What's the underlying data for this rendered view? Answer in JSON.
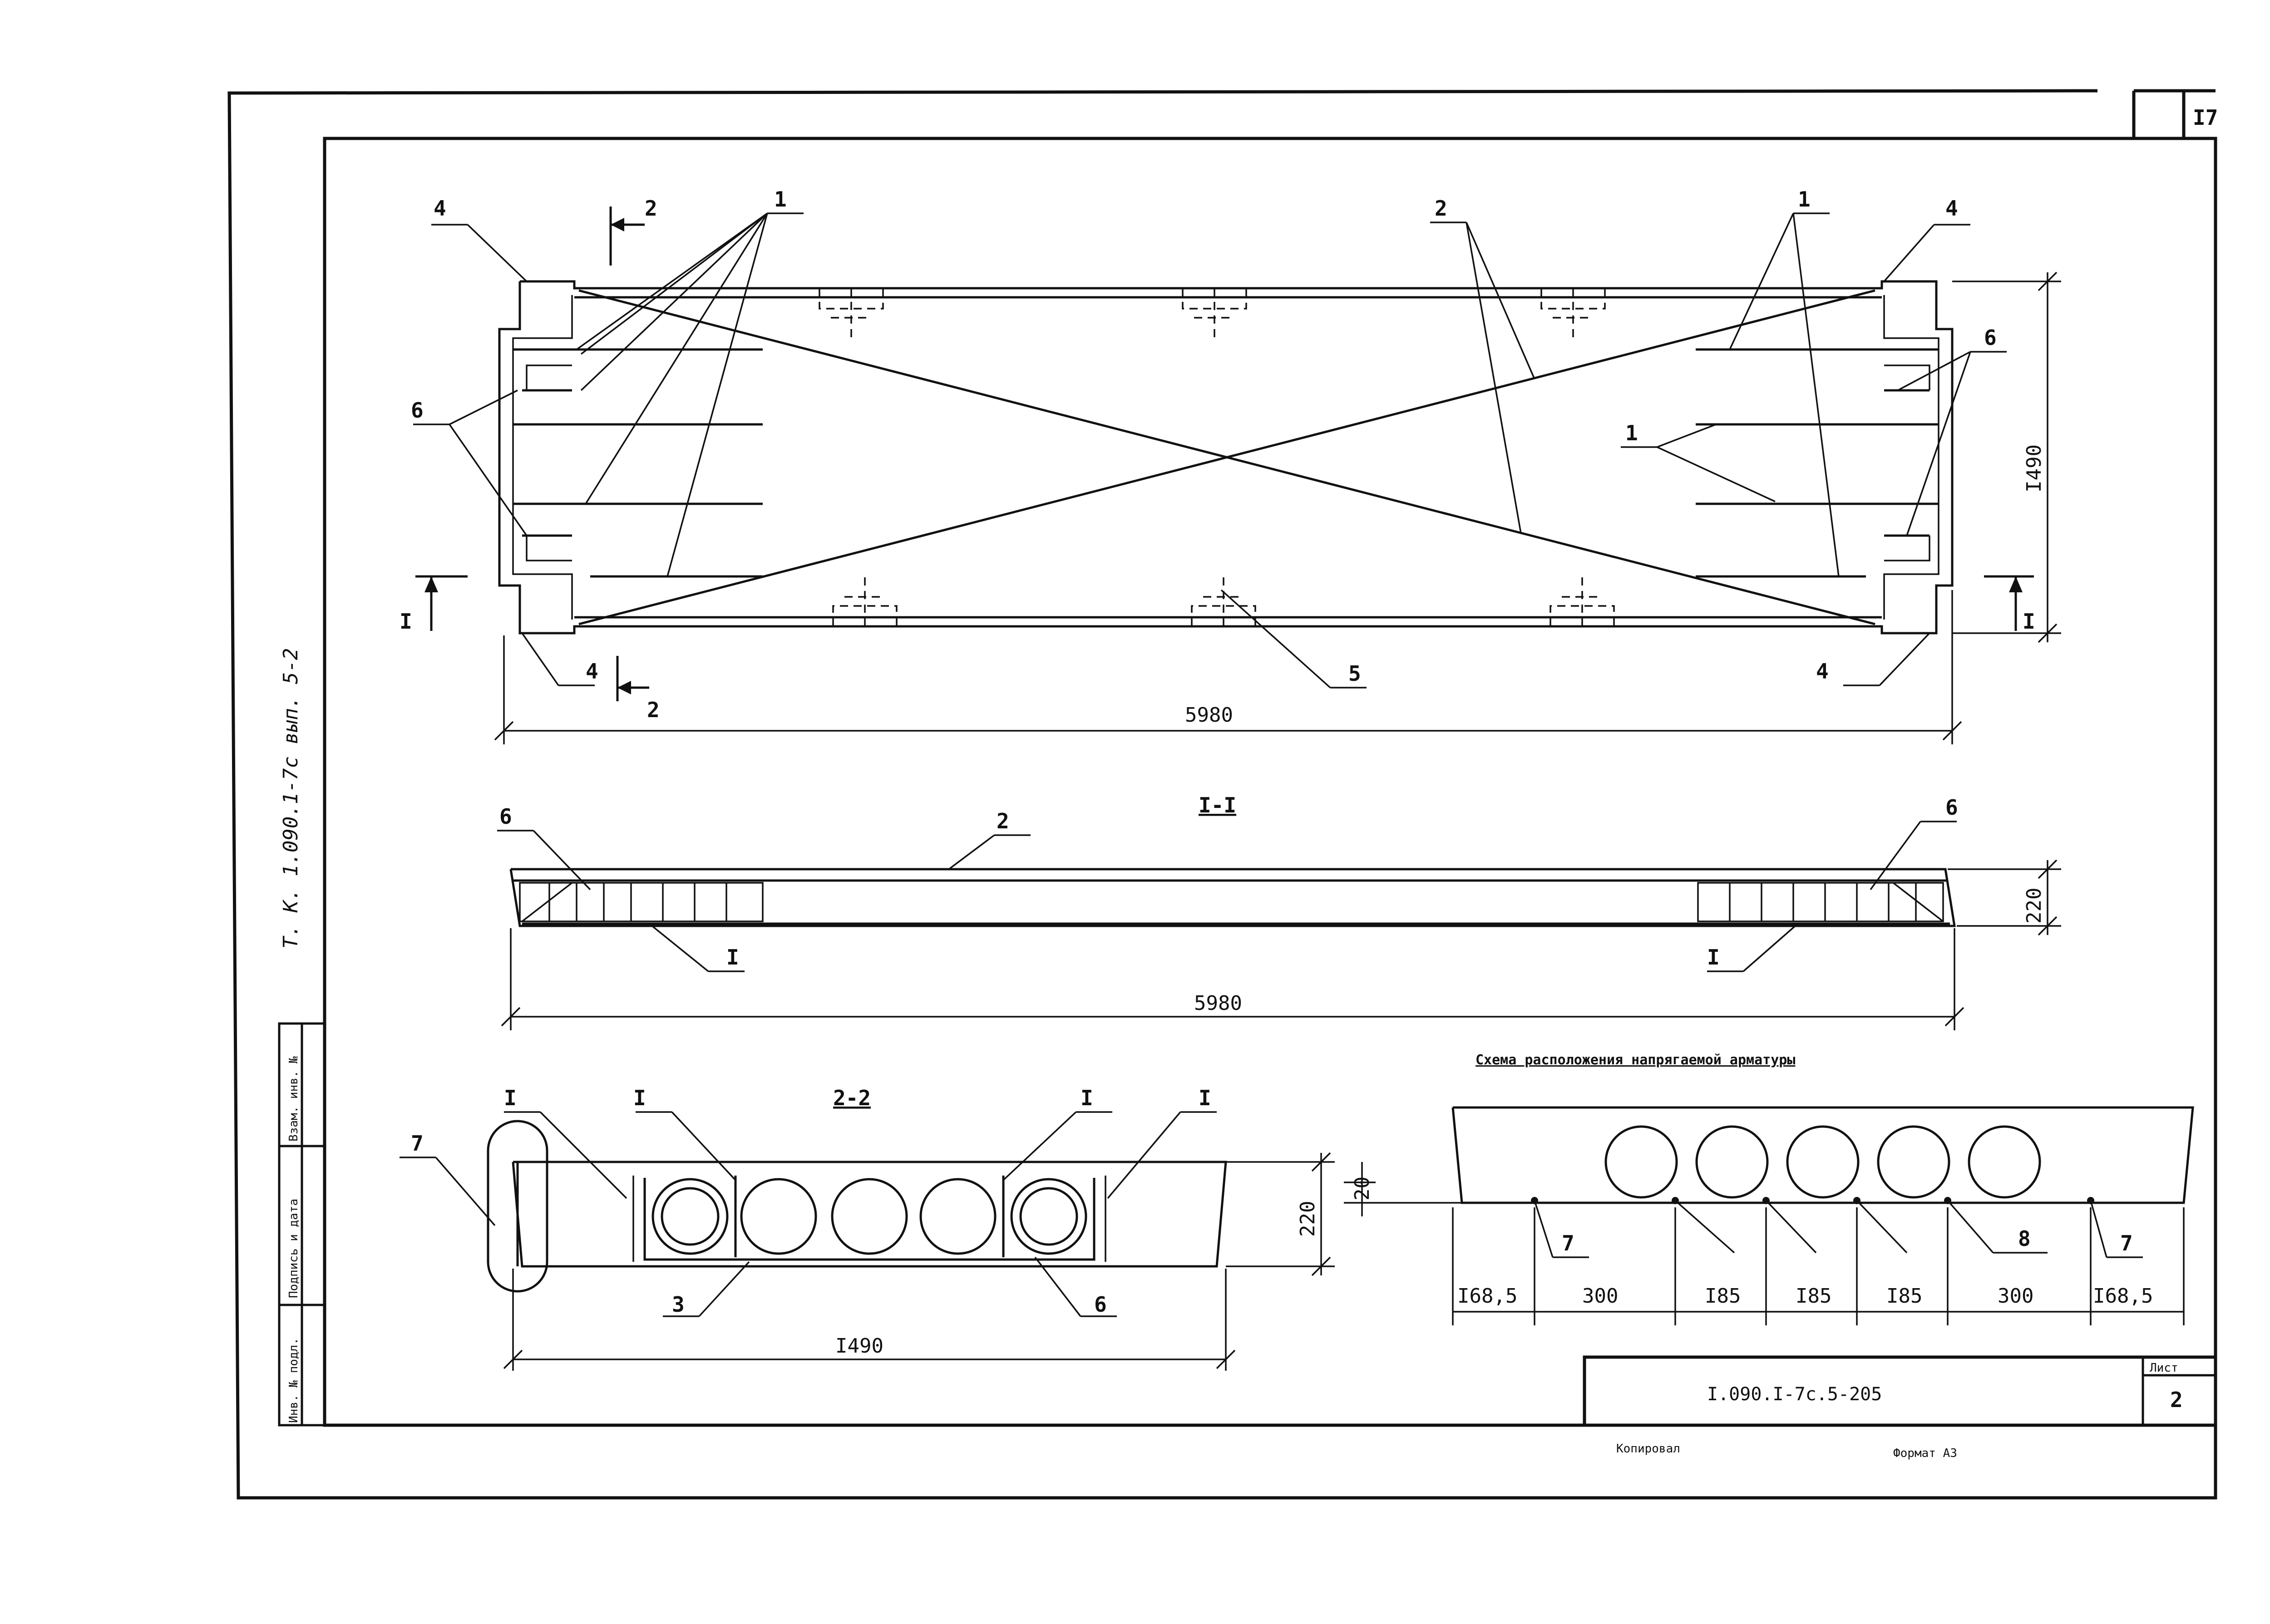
{
  "sheet": {
    "page_number": "I7",
    "side_label": "Т. К.   1.090.1-7с   вып. 5-2",
    "stamp_cells": [
      "Инв. № подл.",
      "Подпись и дата",
      "Взам. инв. №"
    ],
    "drawing_code": "I.090.I-7с.5-205",
    "list_label": "Лист",
    "list_number": "2",
    "copied_label": "Копировал",
    "format_label": "Формат А3"
  },
  "plan_view": {
    "callouts": [
      "1",
      "2",
      "4",
      "6",
      "5"
    ],
    "section_marks": [
      "2",
      "I"
    ],
    "length": "5980",
    "width": "I490"
  },
  "section_1_1": {
    "title": "I-I",
    "callouts": [
      "6",
      "2",
      "I"
    ],
    "height": "220",
    "length": "5980"
  },
  "section_2_2": {
    "title": "2-2",
    "callouts": [
      "I",
      "7",
      "3",
      "6"
    ],
    "height": "220",
    "width": "I490"
  },
  "strand_scheme": {
    "title": "Схема расположения напрягаемой арматуры",
    "height": "20",
    "callouts": [
      "7",
      "8"
    ],
    "spacings": [
      "I68,5",
      "300",
      "I85",
      "I85",
      "I85",
      "300",
      "I68,5"
    ]
  }
}
